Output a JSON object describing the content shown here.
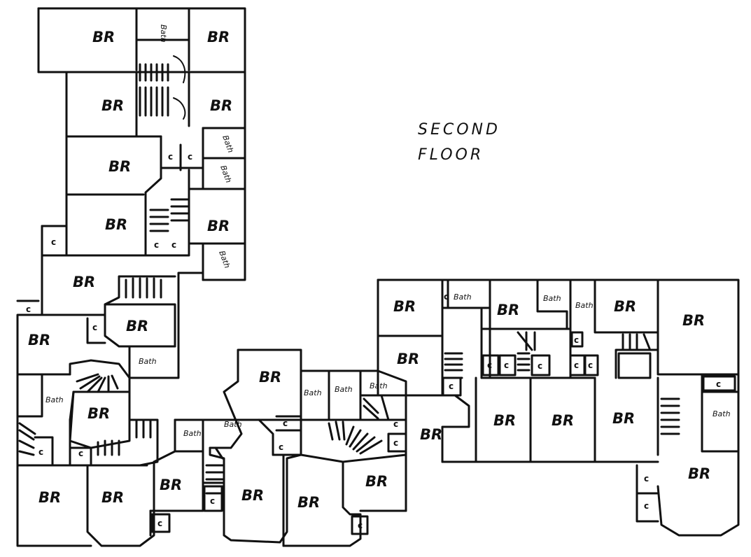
{
  "title": {
    "line1": "SECOND",
    "line2": "FLOOR"
  },
  "labels": {
    "bedroom": "BR",
    "bath": "Bath",
    "closet": "c"
  }
}
